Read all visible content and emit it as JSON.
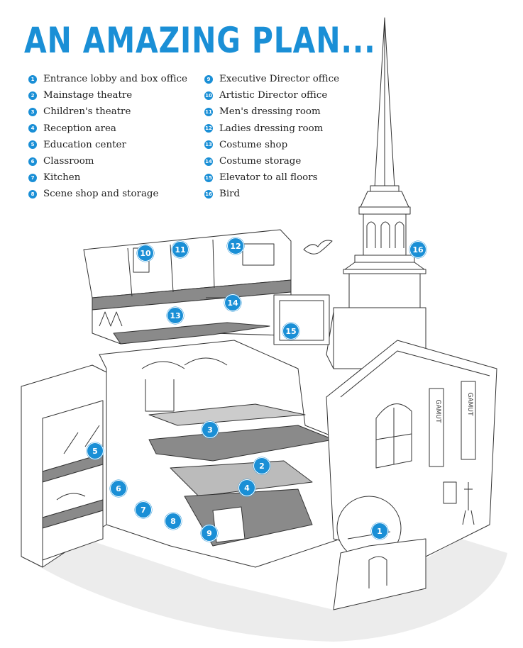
{
  "title": "AN AMAZING PLAN...",
  "legend": [
    {
      "num": "1",
      "label": "Entrance lobby and box office"
    },
    {
      "num": "2",
      "label": "Mainstage theatre"
    },
    {
      "num": "3",
      "label": "Children's theatre"
    },
    {
      "num": "4",
      "label": "Reception area"
    },
    {
      "num": "5",
      "label": "Education center"
    },
    {
      "num": "6",
      "label": "Classroom"
    },
    {
      "num": "7",
      "label": "Kitchen"
    },
    {
      "num": "8",
      "label": "Scene shop and storage"
    },
    {
      "num": "9",
      "label": "Executive Director office"
    },
    {
      "num": "10",
      "label": "Artistic Director office"
    },
    {
      "num": "11",
      "label": "Men's dressing room"
    },
    {
      "num": "12",
      "label": "Ladies dressing room"
    },
    {
      "num": "13",
      "label": "Costume shop"
    },
    {
      "num": "14",
      "label": "Costume storage"
    },
    {
      "num": "15",
      "label": "Elevator to all floors"
    },
    {
      "num": "16",
      "label": "Bird"
    }
  ],
  "signage": {
    "vertical_sign": "GAMUT"
  },
  "colors": {
    "accent": "#1a8fd6",
    "line": "#333333",
    "floor": "#8a8a8a"
  }
}
